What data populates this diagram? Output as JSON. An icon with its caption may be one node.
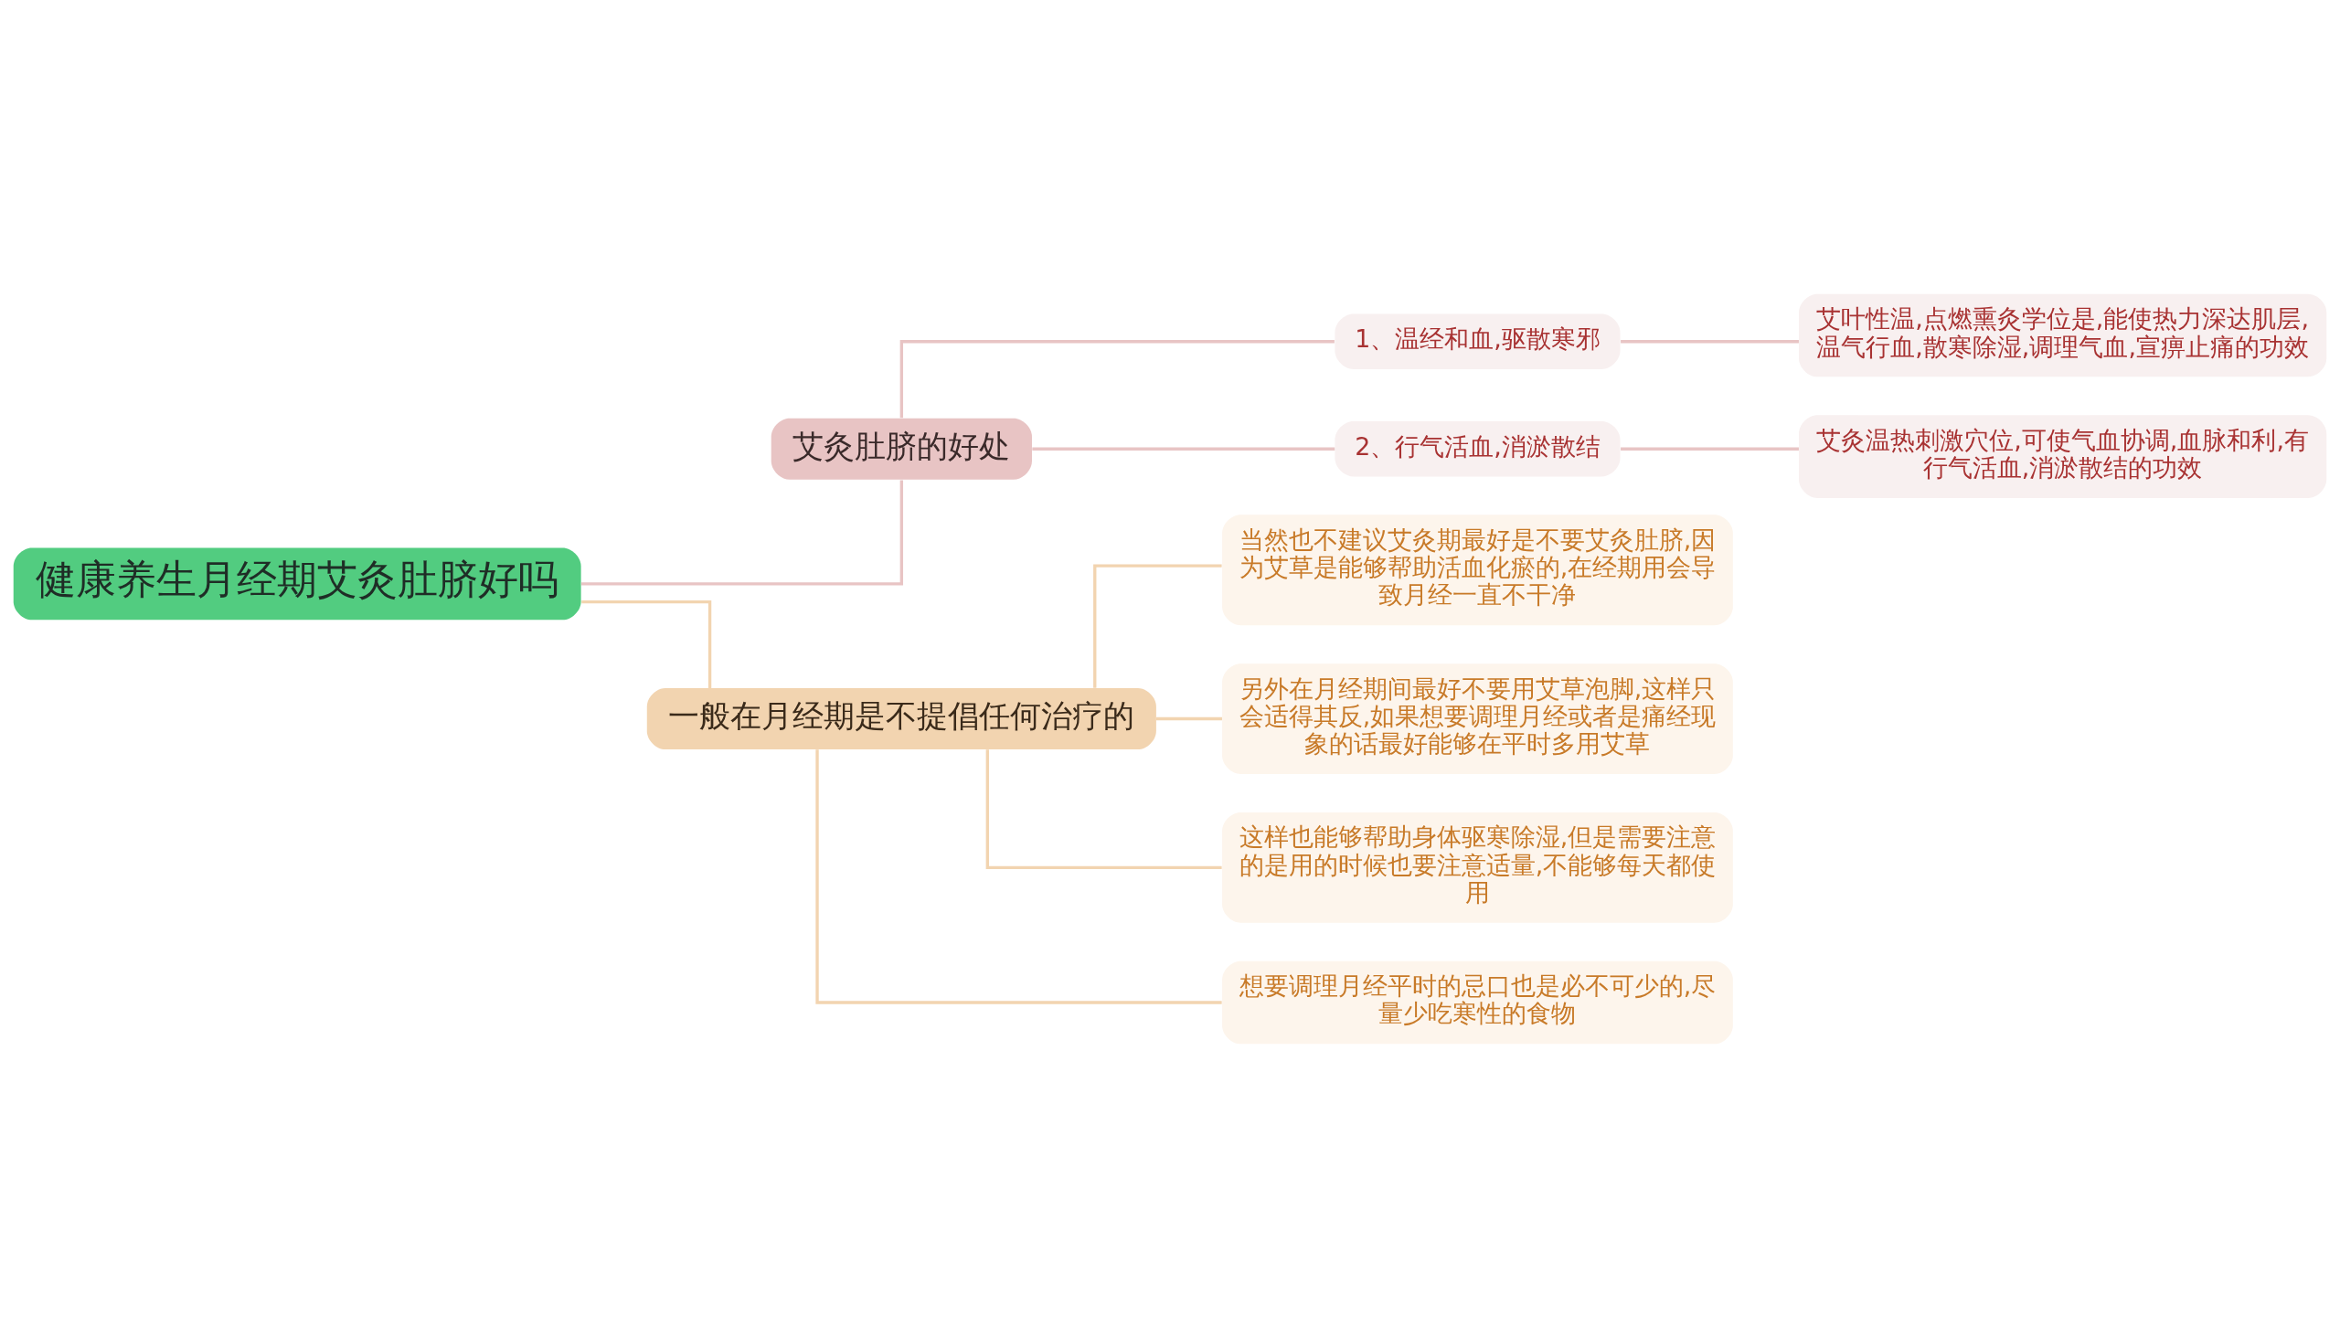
{
  "diagram": {
    "nodes": [
      {
        "text": [
          "健康养生月经期艾灸肚脐好吗"
        ]
      },
      {
        "text": [
          "艾灸肚脐的好处"
        ]
      },
      {
        "text": [
          "1、温经和血,驱散寒邪"
        ]
      },
      {
        "text": [
          "艾叶性温,点燃熏灸学位是,能使热力深达肌层,温气行血,散寒除湿,调理气血,宣痹止痛的功效"
        ]
      },
      {
        "text": [
          "2、行气活血,消淤散结"
        ]
      },
      {
        "text": [
          "艾灸温热刺激穴位,可使气血协调,血脉和利,有行气活血,消淤散结的功效"
        ]
      },
      {
        "text": [
          "一般在月经期是不提倡任何治疗的"
        ]
      },
      {
        "text": [
          "当然也不建议艾灸期最好是不要艾灸肚脐,因为艾草是能够帮助活血化瘀的,在经期用会导致月经一直不干净"
        ]
      },
      {
        "text": [
          "另外在月经期间最好不要用艾草泡脚,这样只会适得其反,如果想要调理月经或者是痛经现象的话最好能够在平时多用艾草"
        ]
      },
      {
        "text": [
          "这样也能够帮助身体驱寒除湿,但是需要注意的是用的时候也要注意适量,不能够每天都使用"
        ]
      },
      {
        "text": [
          "想要调理月经平时的忌口也是必不可少的,尽量少吃寒性的食物"
        ]
      }
    ],
    "edges": [
      {
        "from": 0,
        "to": 1,
        "arrow": "none",
        "color": "#e8c4c4"
      },
      {
        "from": 1,
        "to": 2,
        "arrow": "none",
        "color": "#e8c4c4"
      },
      {
        "from": 2,
        "to": 3,
        "arrow": "none",
        "color": "#e8c4c4"
      },
      {
        "from": 1,
        "to": 4,
        "arrow": "none",
        "color": "#e8c4c4"
      },
      {
        "from": 4,
        "to": 5,
        "arrow": "none",
        "color": "#e8c4c4"
      },
      {
        "from": 0,
        "to": 6,
        "arrow": "none",
        "color": "#f2d4b0"
      },
      {
        "from": 6,
        "to": 7,
        "arrow": "none",
        "color": "#f2d4b0"
      },
      {
        "from": 6,
        "to": 8,
        "arrow": "none",
        "color": "#f2d4b0"
      },
      {
        "from": 6,
        "to": 9,
        "arrow": "none",
        "color": "#f2d4b0"
      },
      {
        "from": 6,
        "to": 10,
        "arrow": "none",
        "color": "#f2d4b0"
      }
    ]
  }
}
